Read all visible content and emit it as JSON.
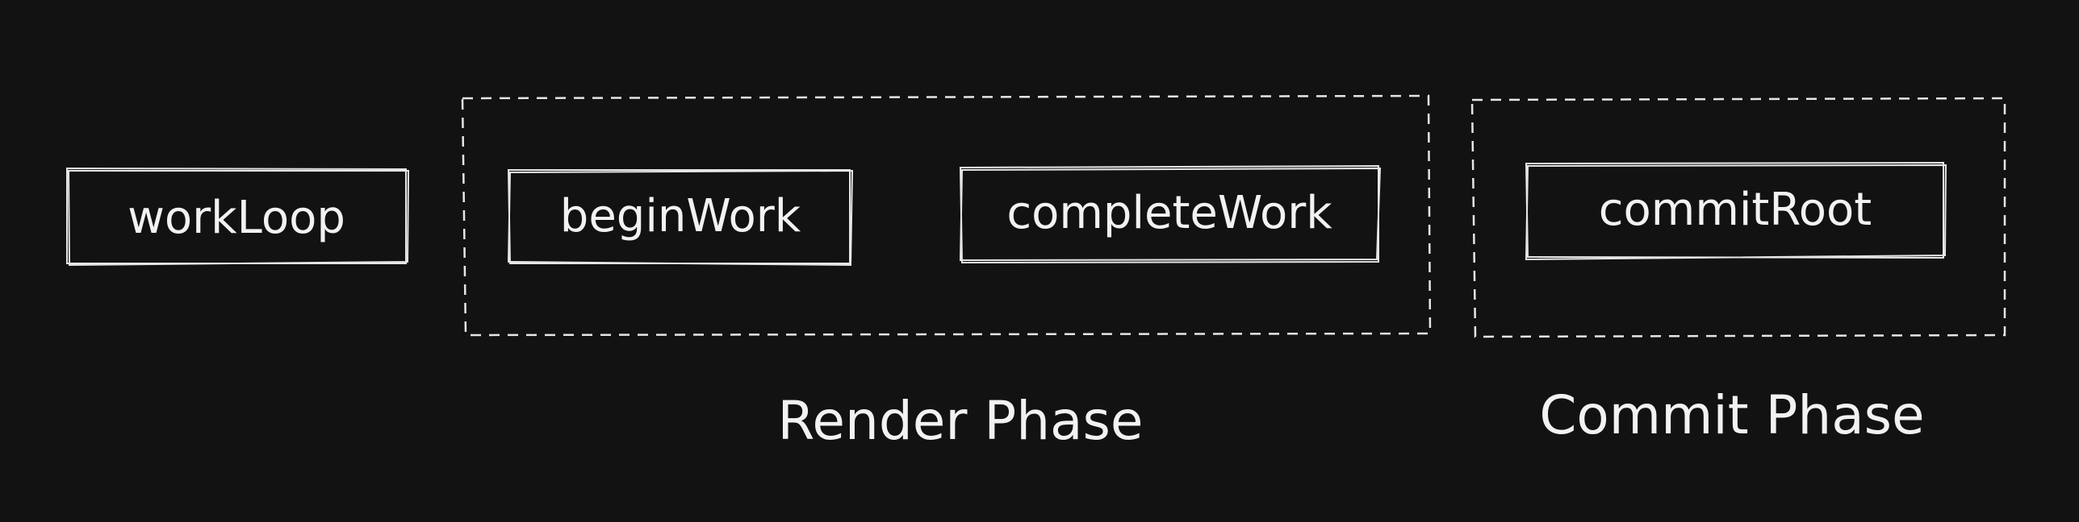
{
  "colors": {
    "background": "#121212",
    "stroke": "#e6e6e6",
    "text": "#f2f2f2"
  },
  "nodes": {
    "work_loop": "workLoop",
    "begin_work": "beginWork",
    "complete_work": "completeWork",
    "commit_root": "commitRoot"
  },
  "groups": {
    "render_phase": "Render Phase",
    "commit_phase": "Commit Phase"
  }
}
